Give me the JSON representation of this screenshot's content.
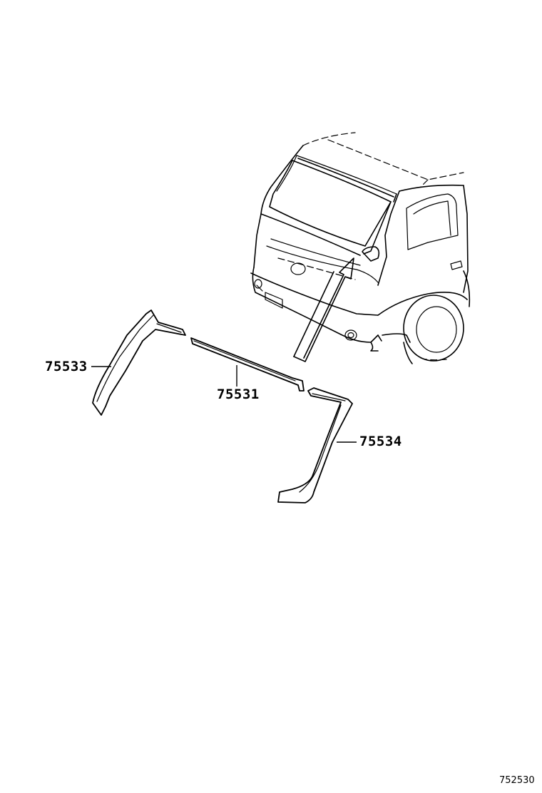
{
  "parts": [
    {
      "id": "left",
      "number": "75533"
    },
    {
      "id": "center",
      "number": "75531"
    },
    {
      "id": "right",
      "number": "75534"
    }
  ],
  "diagram_code": "752530"
}
